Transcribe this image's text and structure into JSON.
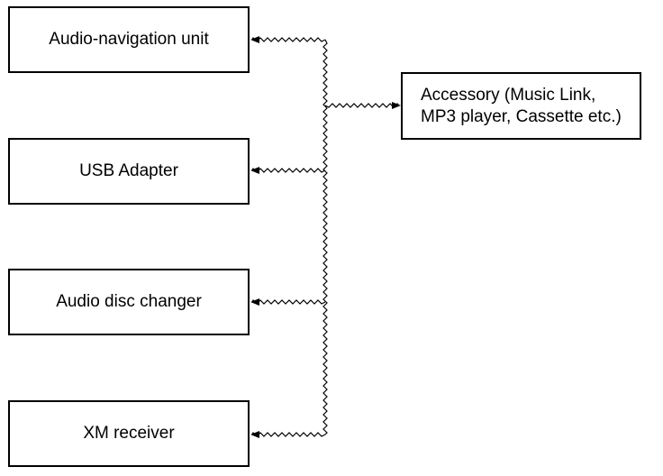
{
  "diagram": {
    "nodes": [
      {
        "id": "audio-navigation-unit",
        "label": "Audio-navigation unit"
      },
      {
        "id": "usb-adapter",
        "label": "USB Adapter"
      },
      {
        "id": "audio-disc-changer",
        "label": "Audio disc changer"
      },
      {
        "id": "xm-receiver",
        "label": "XM receiver"
      },
      {
        "id": "accessory",
        "label_lines": [
          "Accessory (Music Link,",
          "MP3 player, Cassette etc.)"
        ]
      }
    ],
    "edges": [
      {
        "from": "accessory",
        "to": "audio-navigation-unit"
      },
      {
        "from": "accessory",
        "to": "usb-adapter"
      },
      {
        "from": "accessory",
        "to": "audio-disc-changer"
      },
      {
        "from": "accessory",
        "to": "xm-receiver"
      }
    ]
  }
}
